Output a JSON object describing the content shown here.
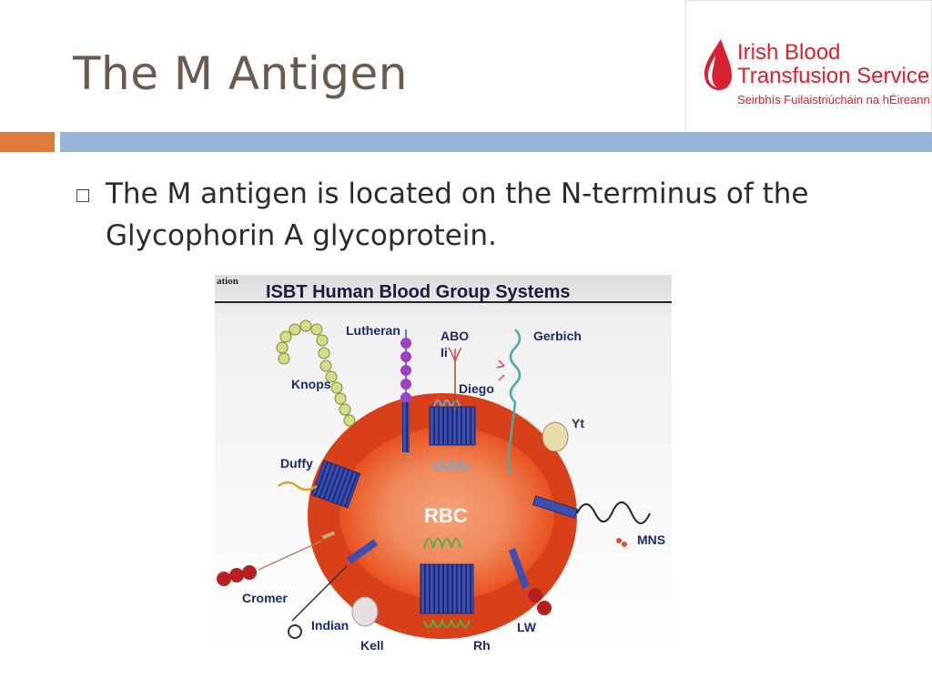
{
  "slide": {
    "title": "The M Antigen",
    "bullet": "The M antigen is located on the N-terminus of the Glycophorin A glycoprotein."
  },
  "logo": {
    "line1": "Irish Blood",
    "line2": "Transfusion Service",
    "line3": "Seirbhís Fuilaistriúcháin na hÉireann"
  },
  "colors": {
    "title": "#6b5a4e",
    "accent_orange": "#e07b3e",
    "accent_blue": "#96b5d7",
    "logo_red": "#d72130",
    "rbc_orange": "#e8521f"
  },
  "figure": {
    "corner_fragment": "ation",
    "heading": "ISBT Human Blood Group Systems",
    "cell_label": "RBC",
    "labels": {
      "lutheran": "Lutheran",
      "abo": "ABO",
      "ii": "Ii",
      "gerbich": "Gerbich",
      "knops": "Knops",
      "diego": "Diego",
      "yt": "Yt",
      "duffy": "Duffy",
      "mns": "MNS",
      "cromer": "Cromer",
      "indian": "Indian",
      "kell": "Kell",
      "lw": "LW",
      "rh": "Rh"
    }
  }
}
